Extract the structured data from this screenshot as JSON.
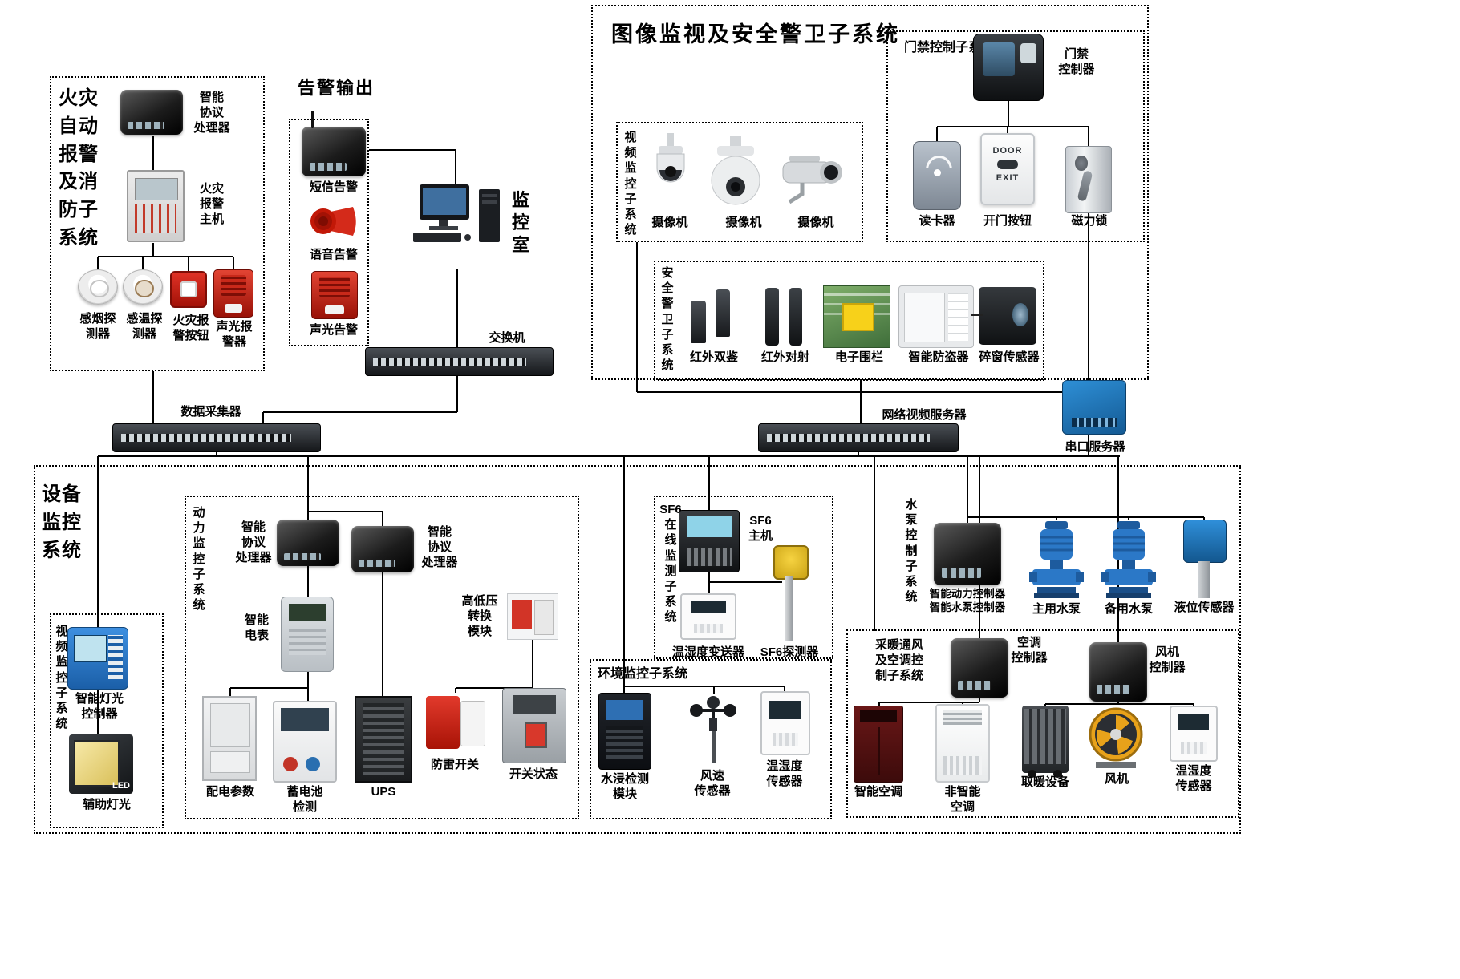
{
  "titles": {
    "fire_system": "火灾\n自动\n报警\n及消\n防子\n系统",
    "alarm_output": "告警输出",
    "monitor_room": "监\n控\n室",
    "surveillance_system": "图像监视及安全警卫子系统",
    "video_surveillance_sub": "视\n频\n监\n控\n子\n系\n统",
    "access_control_sub": "门禁控制子系统",
    "security_guard_sub": "安\n全\n警\n卫\n子\n系\n统",
    "device_monitor_system": "设备\n监控\n系统",
    "video_surveillance_sub2": "视\n频\n监\n控\n子\n系\n统",
    "power_monitor_sub": "动\n力\n监\n控\n子\n系\n统",
    "sf6_monitor_sub": "SF6\n在\n线\n监\n测\n子\n系\n统",
    "env_monitor_sub": "环境监控子系统",
    "pump_control_sub": "水\n泵\n控\n制\n子\n系\n统",
    "hvac_control_sub": "采暖通风\n及空调控\n制子系统"
  },
  "labels": {
    "protocol_processor": "智能\n协议\n处理器",
    "fire_alarm_host": "火灾\n报警\n主机",
    "smoke_detector": "感烟探\n测器",
    "temp_detector": "感温探\n测器",
    "fire_alarm_button": "火灾报\n警按钮",
    "sound_light_alarm": "声光报\n警器",
    "sms_alert": "短信告警",
    "voice_alert": "语音告警",
    "sound_light_alert": "声光告警",
    "network_switch": "交换机",
    "camera": "摄像机",
    "access_controller": "门禁\n控制器",
    "card_reader": "读卡器",
    "door_button": "开门按钮",
    "magnetic_lock": "磁力锁",
    "ir_dual_detector": "红外双鉴",
    "ir_beam": "红外对射",
    "electronic_fence": "电子围栏",
    "smart_burglar_alarm": "智能防盗器",
    "glass_break_sensor": "碎窗传感器",
    "data_collector": "数据采集器",
    "network_video_server": "网络视频服务器",
    "serial_server": "串口服务器",
    "smart_light_controller": "智能灯光\n控制器",
    "aux_light": "辅助灯光",
    "smart_meter": "智能\n电表",
    "hv_lv_module": "高低压\n转换\n模块",
    "power_distribution_params": "配电参数",
    "battery_check": "蓄电池\n检测",
    "ups": "UPS",
    "lightning_switch": "防雷开关",
    "switch_status": "开关状态",
    "sf6_host": "SF6\n主机",
    "humiture_transmitter": "温湿度变送器",
    "sf6_detector": "SF6探测器",
    "water_leak_module": "水浸检测\n模块",
    "wind_speed_sensor": "风速\n传感器",
    "humiture_sensor": "温湿度\n传感器",
    "pump_controller": "智能动力控制器\n智能水泵控制器",
    "main_pump": "主用水泵",
    "backup_pump": "备用水泵",
    "level_sensor": "液位传感器",
    "ac_controller": "空调\n控制器",
    "fan_controller": "风机\n控制器",
    "smart_ac": "智能空调",
    "non_smart_ac": "非智能\n空调",
    "heating_device": "取暖设备",
    "fan": "风机",
    "door_text": "DOOR",
    "exit_text": "EXIT",
    "led_text": "LED"
  }
}
